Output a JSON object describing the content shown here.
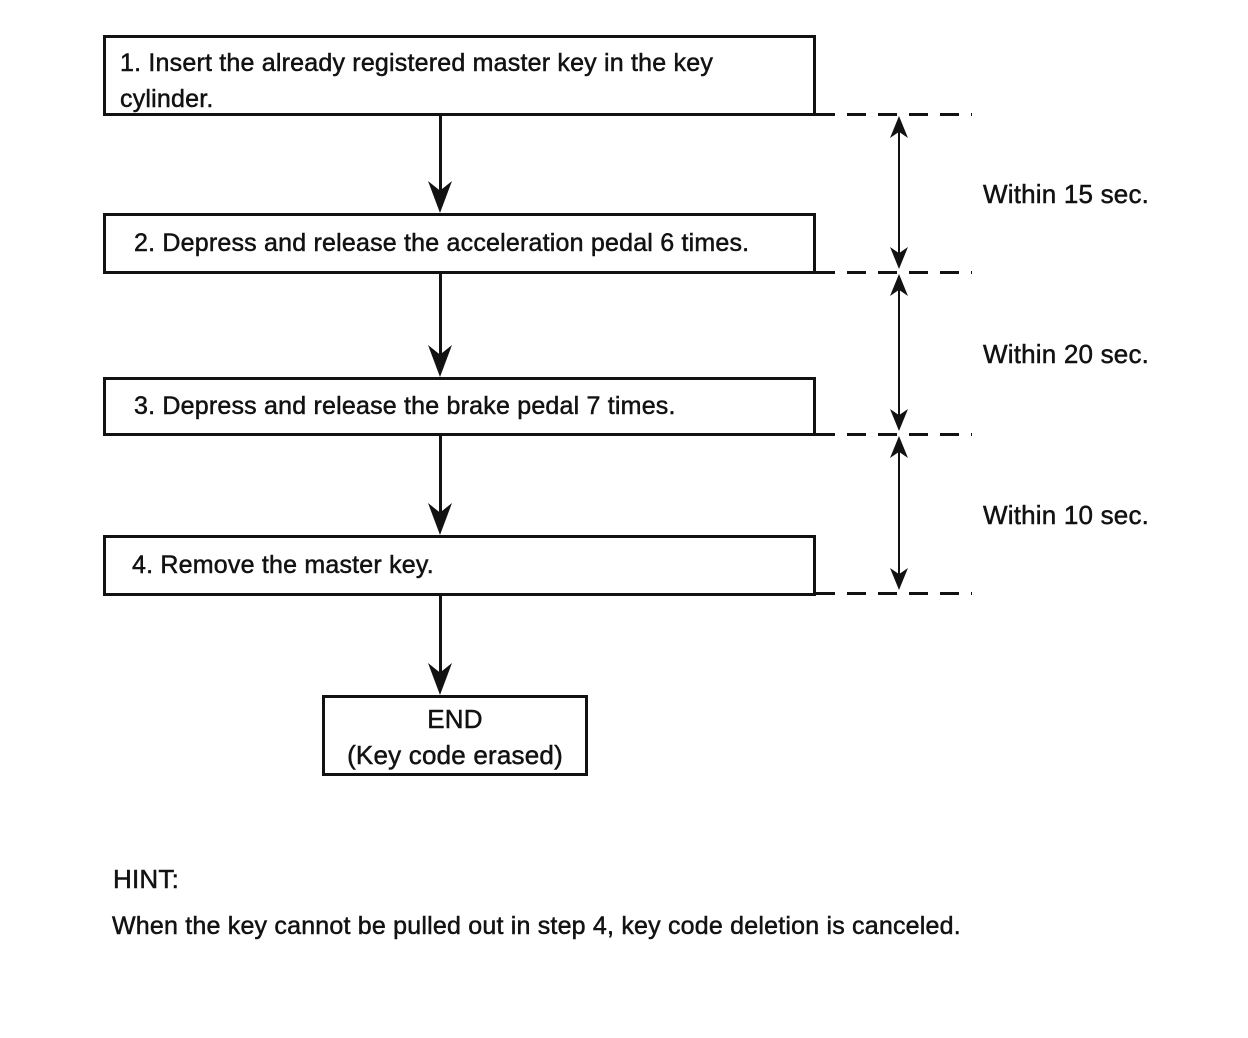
{
  "diagram": {
    "type": "flowchart",
    "steps": [
      {
        "label": "1. Insert the already registered master key in the key cylinder."
      },
      {
        "label": "2. Depress and release the acceleration pedal 6 times."
      },
      {
        "label": "3. Depress and release the brake pedal 7 times."
      },
      {
        "label": "4. Remove the master key."
      }
    ],
    "end_box": {
      "title": "END",
      "subtitle": "(Key code erased)"
    },
    "timings": [
      {
        "label": "Within 15 sec."
      },
      {
        "label": "Within 20 sec."
      },
      {
        "label": "Within 10 sec."
      }
    ]
  },
  "hint": {
    "label": "HINT:",
    "text": "When the key cannot be pulled out in step 4, key code deletion is canceled."
  },
  "colors": {
    "ink": "#121212",
    "background": "#ffffff"
  }
}
